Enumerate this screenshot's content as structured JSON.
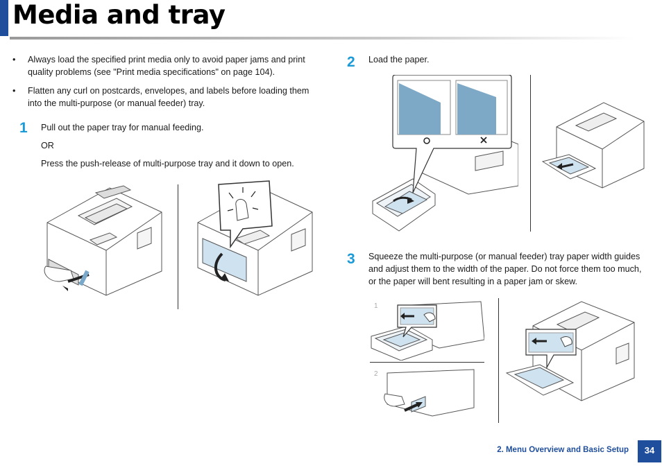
{
  "page": {
    "title": "Media and tray",
    "page_number": "34",
    "section": "2.  Menu Overview and Basic Setup"
  },
  "bullets": [
    {
      "line1": "Always load the specified print media only to avoid paper jams and print",
      "line2": "quality problems (see \"Print media specifications\" on page 104)."
    },
    {
      "line1": "Flatten any curl on postcards, envelopes, and labels before loading them",
      "line2": "into the multi-purpose (or manual feeder) tray."
    }
  ],
  "steps": [
    {
      "number": "1",
      "text": "Pull out the paper tray for manual feeding.",
      "or": "OR",
      "alt": "Press the push-release of multi-purpose tray and it down to open."
    },
    {
      "number": "2",
      "text": "Load the paper."
    },
    {
      "number": "3",
      "line1": "Squeeze the multi-purpose (or manual feeder) tray paper width guides",
      "line2": "and adjust them to the width of the paper. Do not force them too much,",
      "line3": "or the paper will bent resulting in a paper jam or skew."
    }
  ],
  "colors": {
    "accent": "#1f4e9c",
    "step_number": "#1a9ad6"
  },
  "icons": {
    "correct_mark": "circle-icon",
    "wrong_mark": "x-mark-icon",
    "step3_a": "1",
    "step3_b": "2"
  }
}
